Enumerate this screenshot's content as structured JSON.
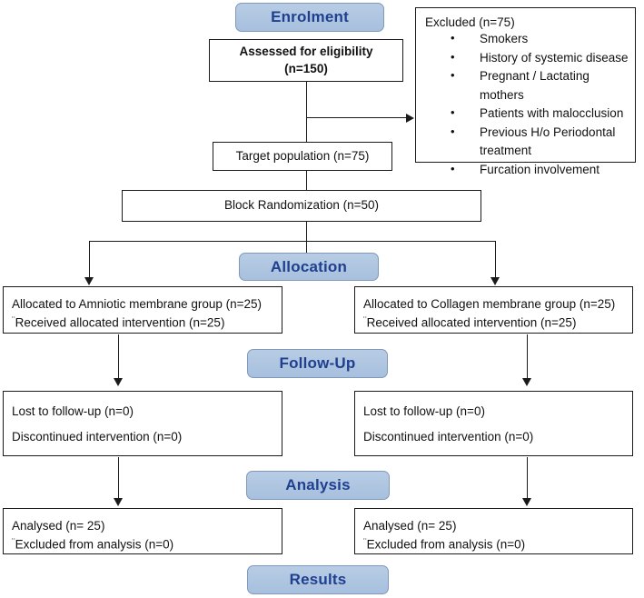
{
  "diagram": {
    "title": "CONSORT participant flow diagram",
    "accent_color": "#b8cce4",
    "accent_text_color": "#1f3f8f",
    "line_color": "#1a1a1a"
  },
  "stages": {
    "enrolment": "Enrolment",
    "allocation": "Allocation",
    "followup": "Follow-Up",
    "analysis": "Analysis",
    "results": "Results"
  },
  "enrolment": {
    "assessed_line1": "Assessed for eligibility",
    "assessed_line2": "(n=150)",
    "target_population": "Target population (n=75)",
    "randomization": "Block Randomization (n=50)"
  },
  "excluded": {
    "title": "Excluded (n=75)",
    "bullet_glyph": "•",
    "items": [
      "Smokers",
      "History of systemic disease",
      "Pregnant / Lactating mothers",
      "Patients with malocclusion",
      "Previous H/o Periodontal treatment",
      "Furcation involvement"
    ]
  },
  "allocation": {
    "left_line1": "Allocated to Amniotic membrane group (n=25)",
    "left_line2": "Received allocated intervention (n=25)",
    "right_line1": "Allocated to Collagen membrane group (n=25)",
    "right_line2": "Received allocated intervention (n=25)",
    "dash_mark": "¨"
  },
  "followup": {
    "left_line1": "Lost to follow-up (n=0)",
    "left_line2": "Discontinued intervention (n=0)",
    "right_line1": "Lost to follow-up (n=0)",
    "right_line2": "Discontinued intervention (n=0)"
  },
  "analysis": {
    "left_line1": "Analysed (n= 25)",
    "left_line2": "Excluded from analysis  (n=0)",
    "right_line1": "Analysed (n= 25)",
    "right_line2": "Excluded from analysis  (n=0)",
    "dash_mark": "¨"
  }
}
